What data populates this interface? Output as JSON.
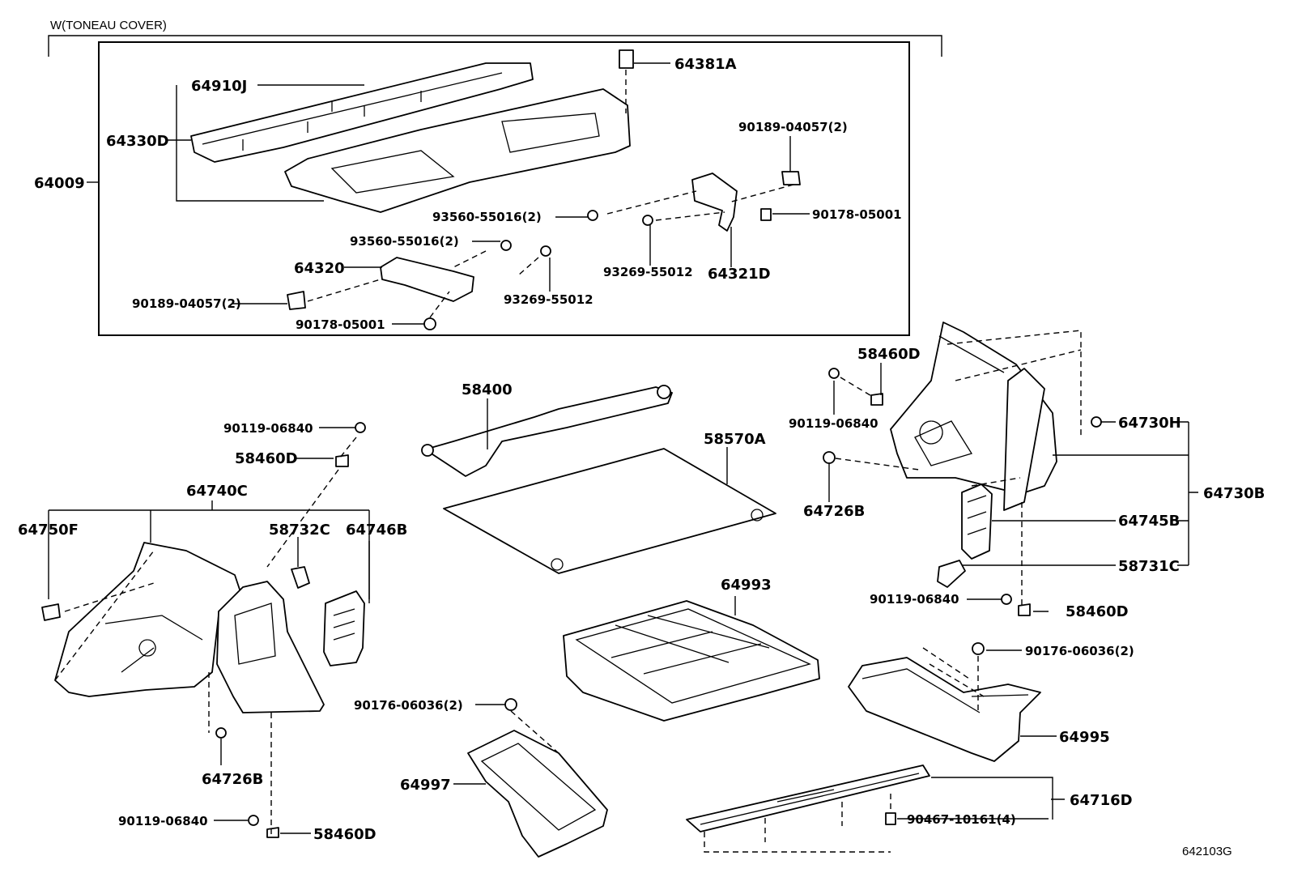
{
  "group": {
    "title": "W(TONEAU COVER)"
  },
  "figure_id": "642103G",
  "callouts": {
    "c64381A": "64381A",
    "c64910J": "64910J",
    "c64330D": "64330D",
    "c64009": "64009",
    "c90189_top": "90189-04057(2)",
    "c93560_a": "93560-55016(2)",
    "c90178_top": "90178-05001",
    "c93560_b": "93560-55016(2)",
    "c64320": "64320",
    "c93269_a": "93269-55012",
    "c64321D": "64321D",
    "c90189_low": "90189-04057(2)",
    "c93269_b": "93269-55012",
    "c90178_low": "90178-05001",
    "c58460D_r1": "58460D",
    "c58400": "58400",
    "c90119_r1": "90119-06840",
    "c64730H": "64730H",
    "c90119_l1": "90119-06840",
    "c58570A": "58570A",
    "c58460D_l1": "58460D",
    "c64726B_r": "64726B",
    "c64730B": "64730B",
    "c64740C": "64740C",
    "c64745B": "64745B",
    "c64750F": "64750F",
    "c58732C": "58732C",
    "c64746B": "64746B",
    "c58731C": "58731C",
    "c64993": "64993",
    "c90119_r2": "90119-06840",
    "c58460D_r2": "58460D",
    "c90176_r": "90176-06036(2)",
    "c90176_c": "90176-06036(2)",
    "c64995": "64995",
    "c64726B_l": "64726B",
    "c64997": "64997",
    "c64716D": "64716D",
    "c90119_l2": "90119-06840",
    "c90467": "90467-10161(4)",
    "c58460D_l2": "58460D"
  }
}
